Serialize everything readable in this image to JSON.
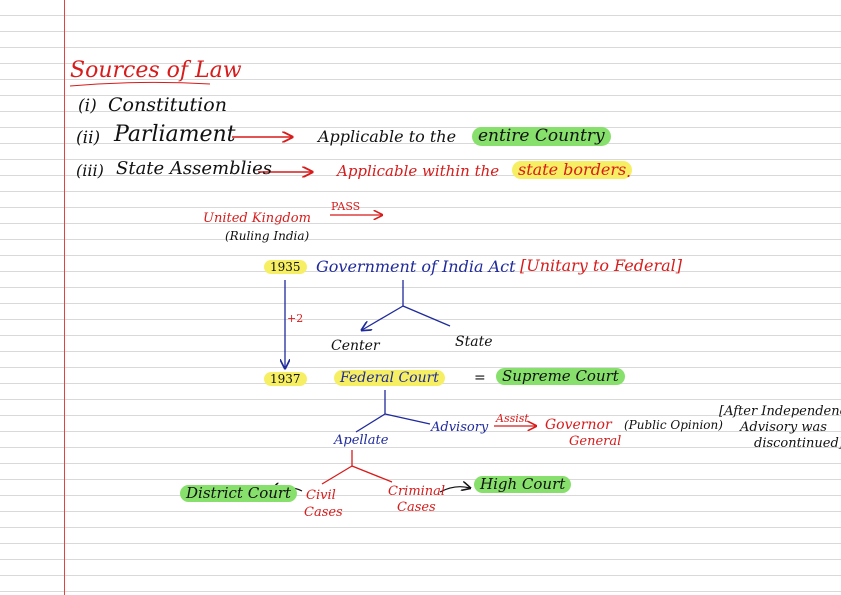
{
  "title": "Sources of Law",
  "sources": [
    {
      "num": "(i)",
      "name": "Constitution"
    },
    {
      "num": "(ii)",
      "name": "Parliament",
      "desc_prefix": "Applicable to the",
      "desc_highlight": "entire Country"
    },
    {
      "num": "(iii)",
      "name": "State Assemblies",
      "desc_prefix": "Applicable within the",
      "desc_highlight": "state borders",
      "desc_suffix": "."
    }
  ],
  "uk": {
    "name": "United Kingdom",
    "note": "(Ruling India)",
    "pass_label": "PASS"
  },
  "act": {
    "year": "1935",
    "name": "Government of India Act",
    "note": "[Unitary to Federal]",
    "plus": "+2"
  },
  "split": {
    "left": "Center",
    "right": "State"
  },
  "court": {
    "year": "1937",
    "name": "Federal Court",
    "equals": "=",
    "equiv": "Supreme Court"
  },
  "functions": {
    "appellate": "Apellate",
    "advisory": "Advisory",
    "assist": "Assist",
    "governor_1": "Governor",
    "governor_2": "General",
    "public_opinion": "(Public Opinion)"
  },
  "note": {
    "line1": "[After Independence",
    "line2": "Advisory was",
    "line3": "discontinued]"
  },
  "cases": {
    "civil_1": "Civil",
    "civil_2": "Cases",
    "criminal_1": "Criminal",
    "criminal_2": "Cases",
    "district": "District Court",
    "high": "High Court"
  },
  "colors": {
    "red": "#d81b1b",
    "blue": "#1f2a9c",
    "green_highlight": "#86e06b",
    "yellow_highlight": "#f6ef63",
    "margin": "#dd4444"
  }
}
